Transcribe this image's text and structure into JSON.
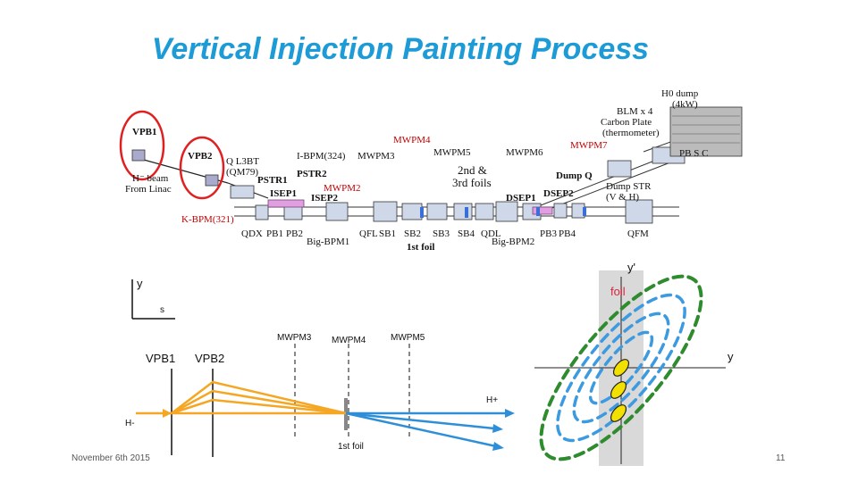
{
  "title": "Vertical Injection Painting Process",
  "beamline": {
    "labels": {
      "vpb1": "VPB1",
      "vpb2": "VPB2",
      "h_beam": "H⁻ beam",
      "from_linac": "From Linac",
      "q_l3bt": "Q L3BT",
      "qm79": "(QM79)",
      "ibpm": "I-BPM(324)",
      "mwpm4": "MWPM4",
      "mwpm3": "MWPM3",
      "mwpm5": "MWPM5",
      "mwpm6": "MWPM6",
      "mwpm7": "MWPM7",
      "mwpm2": "MWPM2",
      "pstr2": "PSTR2",
      "pstr1": "PSTR1",
      "isep1": "ISEP1",
      "isep2": "ISEP2",
      "kbpm": "K-BPM(321)",
      "qdx": "QDX",
      "pb1": "PB1",
      "pb2": "PB2",
      "big_bpm1": "Big-BPM1",
      "qfl": "QFL",
      "sb1": "SB1",
      "sb2": "SB2",
      "sb3": "SB3",
      "sb4": "SB4",
      "qdl": "QDL",
      "big_bpm2": "Big-BPM2",
      "pb3": "PB3",
      "pb4": "PB4",
      "qfm": "QFM",
      "first_foil": "1st foil",
      "second_third_foils_1": "2nd &",
      "second_third_foils_2": "3rd foils",
      "dsep1": "DSEP1",
      "dsep2": "DSEP2",
      "dump_q": "Dump Q",
      "dump_str": "Dump STR",
      "dump_str_vh": "(V & H)",
      "h0_dump_1": "H0 dump",
      "h0_dump_2": "(4kW)",
      "blm_1": "BLM x 4",
      "blm_2": "Carbon Plate",
      "blm_3": "(thermometer)",
      "pb_sc": "PB S C"
    }
  },
  "lower_left": {
    "axis_y": "y",
    "axis_s": "s",
    "vpb1": "VPB1",
    "vpb2": "VPB2",
    "mwpm3": "MWPM3",
    "mwpm4": "MWPM4",
    "mwpm5": "MWPM5",
    "h_minus": "H-",
    "h_plus": "H+",
    "first_foil": "1st foil"
  },
  "phase_space": {
    "axis_y_prime": "y'",
    "axis_y": "y",
    "foil": "foil"
  },
  "colors": {
    "title": "#1c9bd6",
    "h_minus_beam": "#f5a623",
    "h_plus_beam": "#2e8fd8",
    "ellipse_outer": "#2e8b2e",
    "ellipse_inner": "#3c9ae0",
    "foil_band": "#d9d9d9",
    "foil_spots": "#f2e000",
    "highlight_circle": "#e02020"
  },
  "footer": {
    "date": "November 6th 2015",
    "page_number": "11"
  }
}
